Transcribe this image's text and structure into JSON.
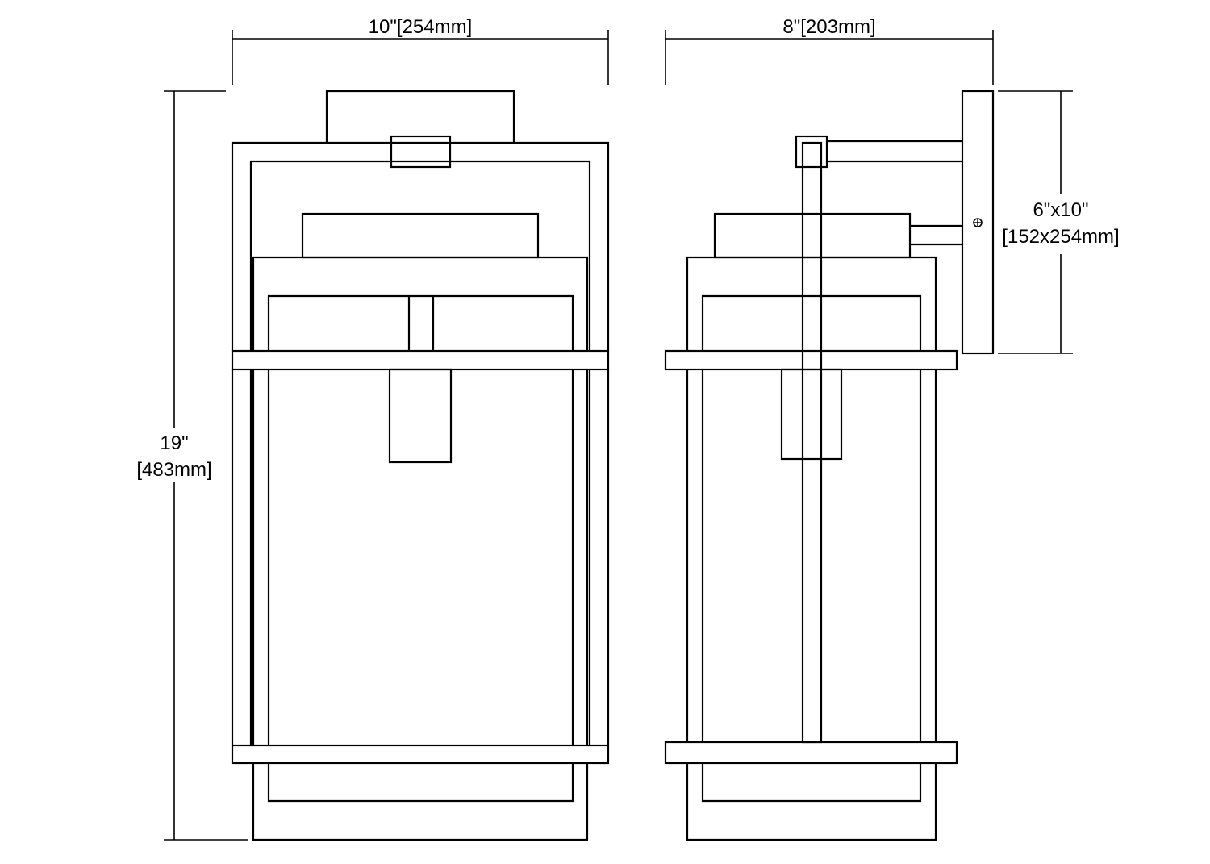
{
  "dimensions": {
    "width": "10\"[254mm]",
    "depth": "8\"[203mm]",
    "height_in": "19\"",
    "height_mm": "[483mm]",
    "backplate_in": "6\"x10\"",
    "backplate_mm": "[152x254mm]"
  },
  "colors": {
    "line": "#000000",
    "background": "#ffffff"
  },
  "icons": {
    "mounting_screw": "screw-icon"
  }
}
